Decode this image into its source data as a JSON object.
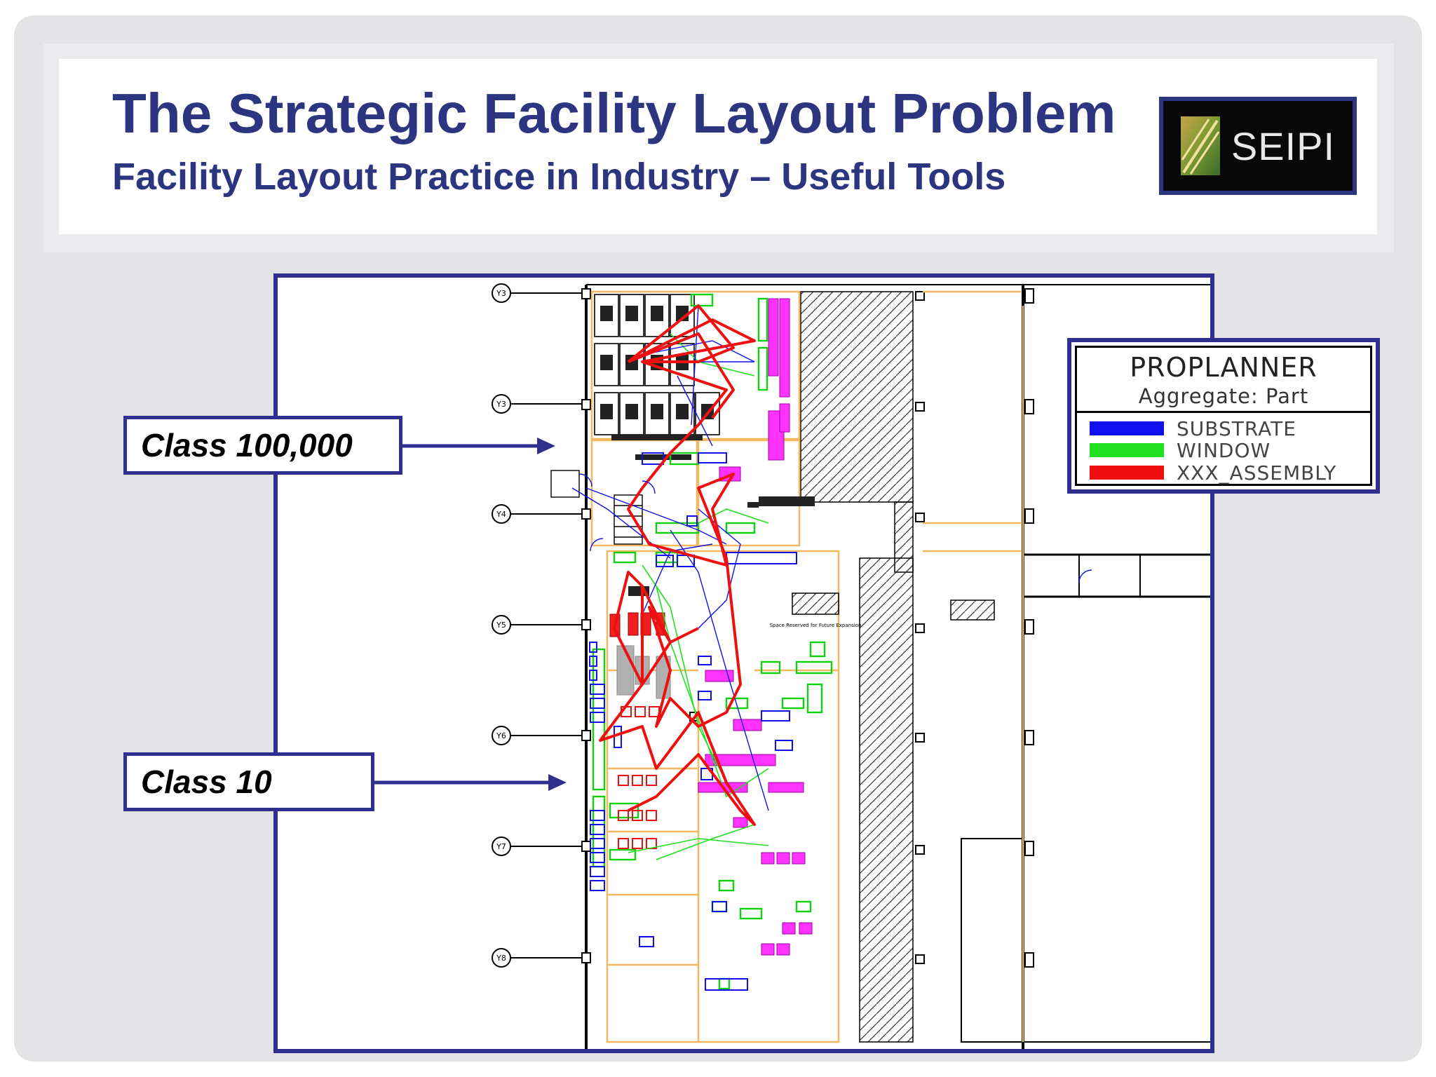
{
  "header": {
    "title": "The Strategic Facility Layout Problem",
    "subtitle": "Facility Layout Practice in Industry – Useful Tools",
    "logo_text": "SEIPI"
  },
  "callouts": [
    {
      "label": "Class 100,000"
    },
    {
      "label": "Class 10"
    }
  ],
  "legend": {
    "title": "PROPLANNER",
    "subtitle": "Aggregate: Part",
    "items": [
      {
        "label": "SUBSTRATE",
        "color": "#1010ee"
      },
      {
        "label": "WINDOW",
        "color": "#20e020"
      },
      {
        "label": "XXX_ASSEMBLY",
        "color": "#ee1010"
      }
    ]
  },
  "floor_plan": {
    "column_markers": [
      "Y3",
      "Y3",
      "Y4",
      "Y5",
      "Y6",
      "Y7",
      "Y8"
    ],
    "annotation_text": "Space Reserved for Future Expansion"
  },
  "colors": {
    "title": "#2b3580",
    "frame": "#2e2f8e",
    "flow_main": "#ee1010",
    "flow_window": "#20e020",
    "flow_substrate": "#1010ee",
    "equipment_magenta": "#ff00ff"
  }
}
